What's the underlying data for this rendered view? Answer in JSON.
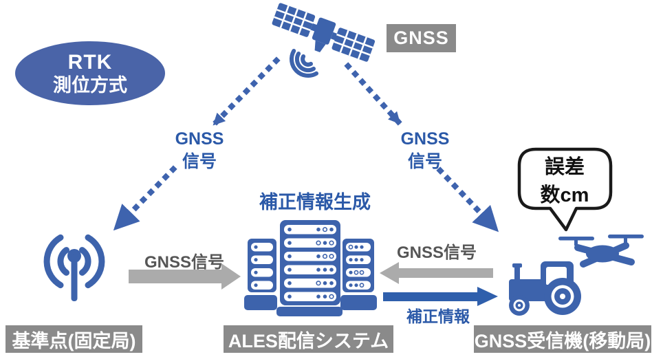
{
  "diagram_title": {
    "line1": "RTK",
    "line2": "測位方式"
  },
  "satellite_tag": "GNSS",
  "left_signal_label": {
    "line1": "GNSS",
    "line2": "信号"
  },
  "right_signal_label": {
    "line1": "GNSS",
    "line2": "信号"
  },
  "error_bubble": {
    "line1": "誤差",
    "line2": "数cm"
  },
  "server_caption": "補正情報生成",
  "flow_arrows": {
    "base_to_server_label": "GNSS信号",
    "receiver_to_server_label": "GNSS信号",
    "server_to_receiver_label": "補正情報"
  },
  "station_labels": {
    "base": "基準点(固定局)",
    "server": "ALES配信システム",
    "receiver": "GNSS受信機(移動局)"
  },
  "icons": {
    "satellite": "gnss-satellite-icon",
    "antenna": "base-station-antenna-icon",
    "server": "server-rack-icon",
    "tractor": "tractor-icon",
    "drone": "drone-icon"
  },
  "colors": {
    "icon_blue": "#3D63AC",
    "ellipse_blue": "#4A64A8",
    "text_blue": "#2B59A8",
    "arrow_blue": "#2F5FAC",
    "gray_box": "#8A8A8A",
    "gray_arrow": "#ABABAB",
    "dark_gray_text": "#565656"
  }
}
